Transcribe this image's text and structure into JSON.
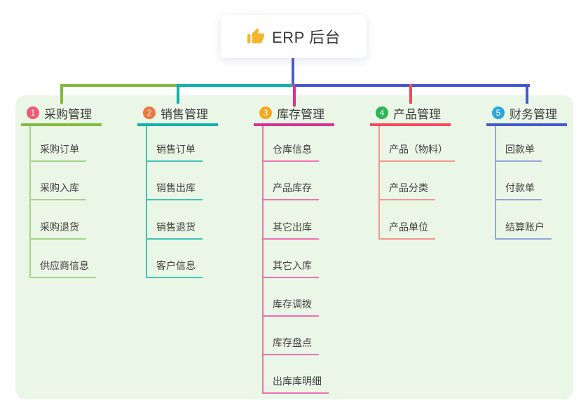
{
  "root": {
    "label": "ERP 后台",
    "icon": "thumbs-up-icon",
    "icon_color": "#f5b52a"
  },
  "colors": {
    "canvas_bg": "#ffffff",
    "panel_bg": "#ebf7e6",
    "root_connector": "#4a59d0",
    "label_text": "#3b3b3b",
    "child_text": "#404040"
  },
  "branches": [
    {
      "num": "1",
      "label": "采购管理",
      "badge_color": "#f05b72",
      "line_color": "#82ba40",
      "child_line_color": "#a5d48a",
      "children": [
        "采购订单",
        "采购入库",
        "采购退货",
        "供应商信息"
      ]
    },
    {
      "num": "2",
      "label": "销售管理",
      "badge_color": "#f0763f",
      "line_color": "#10b3ab",
      "child_line_color": "#40c3b9",
      "children": [
        "销售订单",
        "销售出库",
        "销售退货",
        "客户信息"
      ]
    },
    {
      "num": "3",
      "label": "库存管理",
      "badge_color": "#f8a71b",
      "line_color": "#d93093",
      "child_line_color": "#f06fb5",
      "children": [
        "仓库信息",
        "产品库存",
        "其它出库",
        "其它入库",
        "库存调拨",
        "库存盘点",
        "出库库明细"
      ]
    },
    {
      "num": "4",
      "label": "产品管理",
      "badge_color": "#2db655",
      "line_color": "#f6485f",
      "child_line_color": "#f8958f",
      "children": [
        "产品（物料）",
        "产品分类",
        "产品单位"
      ]
    },
    {
      "num": "5",
      "label": "财务管理",
      "badge_color": "#2aa7de",
      "line_color": "#4459cf",
      "child_line_color": "#92a5dd",
      "children": [
        "回款单",
        "付款单",
        "结算账户"
      ]
    }
  ]
}
